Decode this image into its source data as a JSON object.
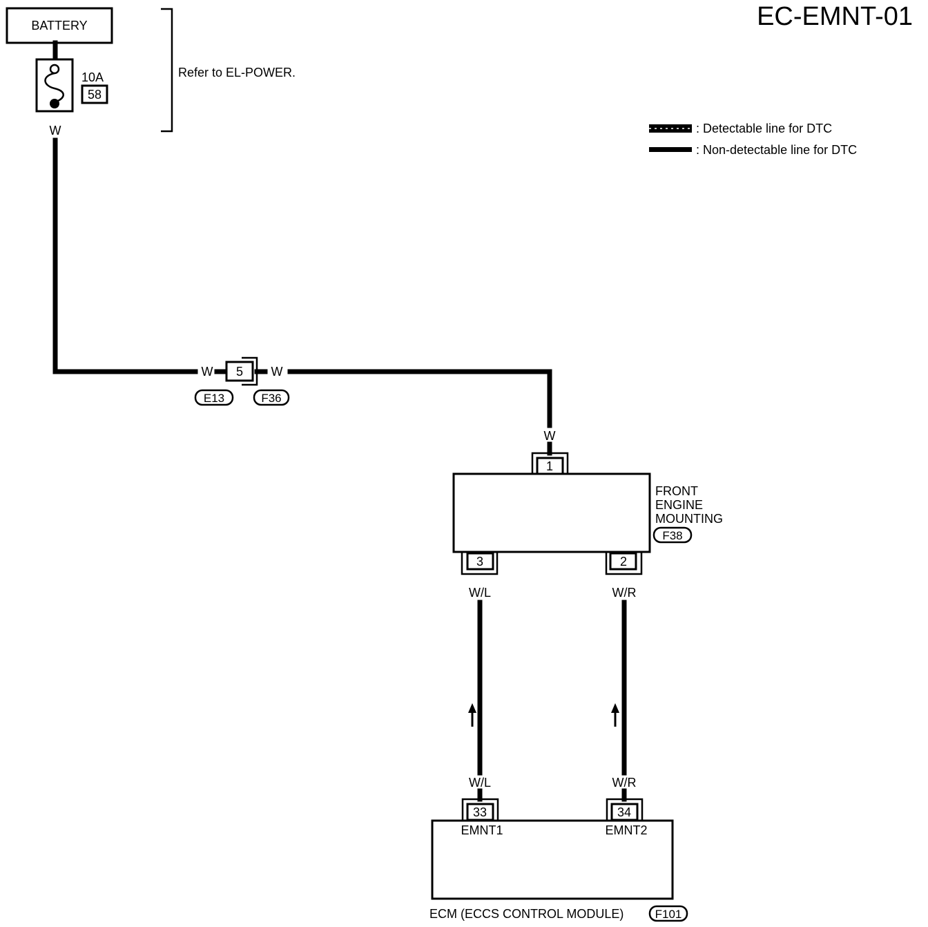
{
  "diagram_id": "EC-EMNT-01",
  "battery_label": "BATTERY",
  "fuse": {
    "rating": "10A",
    "number": "58"
  },
  "refer_note": "Refer to EL-POWER.",
  "legend": {
    "detectable": ": Detectable line for DTC",
    "non_detectable": ": Non-detectable line for DTC"
  },
  "wires": {
    "battery_out": "W",
    "e13_side": "W",
    "f36_side": "W",
    "to_mount": "W",
    "mount_pin3": "W/L",
    "mount_pin2": "W/R",
    "ecm_pin33": "W/L",
    "ecm_pin34": "W/R"
  },
  "joint_connector": {
    "pin": "5",
    "left_id": "E13",
    "right_id": "F36"
  },
  "front_mount": {
    "name_lines": [
      "FRONT",
      "ENGINE",
      "MOUNTING"
    ],
    "connector_id": "F38",
    "pin_top": "1",
    "pin_left": "3",
    "pin_right": "2"
  },
  "ecm": {
    "label": "ECM (ECCS CONTROL MODULE)",
    "connector_id": "F101",
    "pin_left": "33",
    "pin_right": "34",
    "term_left": "EMNT1",
    "term_right": "EMNT2"
  }
}
